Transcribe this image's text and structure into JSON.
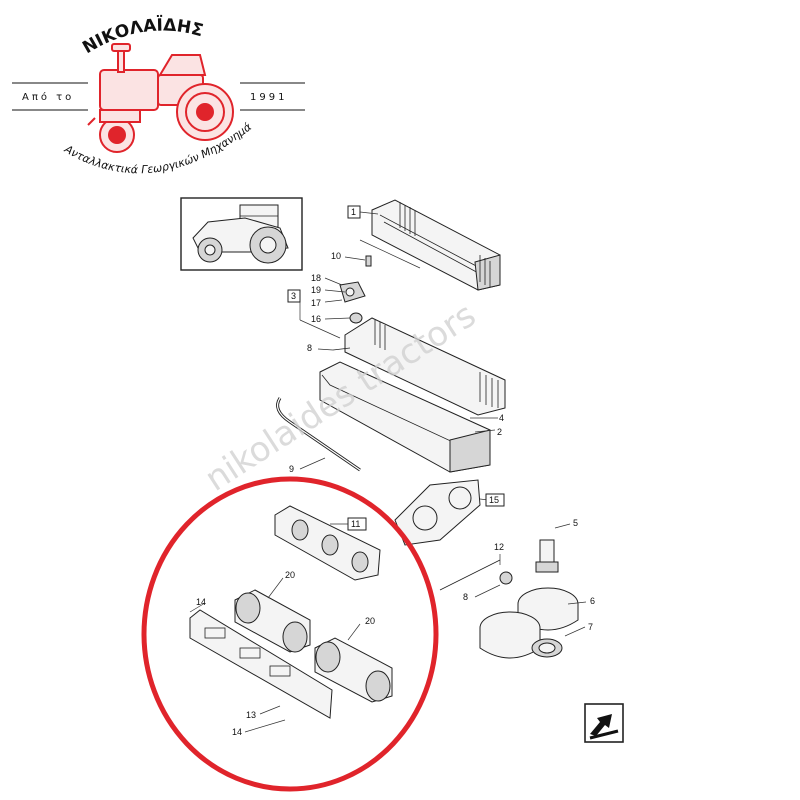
{
  "logo": {
    "brand": "ΝΙΚΟΛΑΪΔΗΣ",
    "since_label": "Από το",
    "year": "1991",
    "tagline": "Ανταλλακτικά Γεωργικών Μηχανημάτων",
    "accent_color": "#e0242b"
  },
  "watermark": "nikolaides tractors",
  "highlight_color": "#e0242b",
  "nav_icon": "arrow-turn-icon",
  "callouts": {
    "c1": "1",
    "c2": "2",
    "c3": "3",
    "c4": "4",
    "c5": "5",
    "c6": "6",
    "c7": "7",
    "c8a": "8",
    "c8b": "8",
    "c9": "9",
    "c10": "10",
    "c11": "11",
    "c12": "12",
    "c13": "13",
    "c14a": "14",
    "c14b": "14",
    "c15": "15",
    "c16": "16",
    "c17": "17",
    "c18": "18",
    "c19": "19",
    "c20a": "20",
    "c20b": "20"
  }
}
